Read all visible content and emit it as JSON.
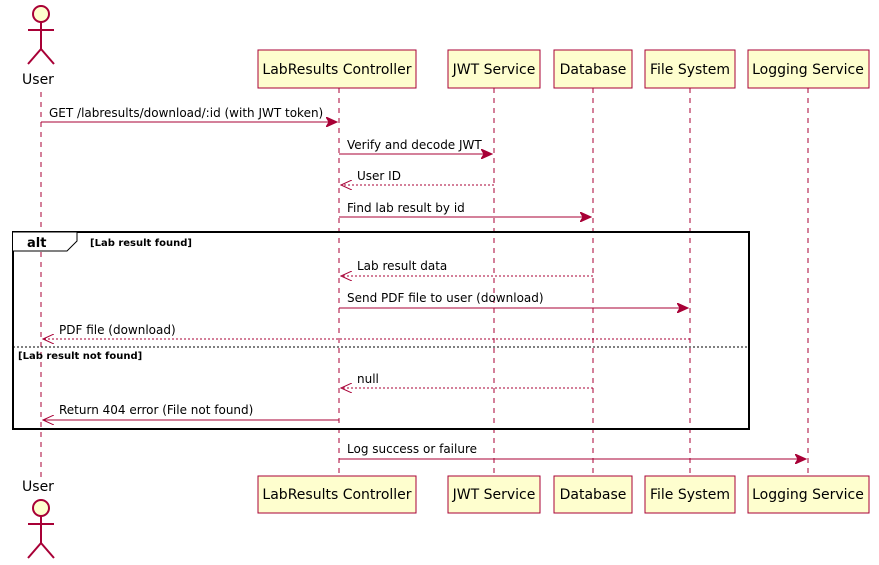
{
  "actor": {
    "label": "User",
    "icon": "stick-figure-icon"
  },
  "participants": [
    {
      "id": "controller",
      "label": "LabResults Controller"
    },
    {
      "id": "jwt",
      "label": "JWT Service"
    },
    {
      "id": "db",
      "label": "Database"
    },
    {
      "id": "fs",
      "label": "File System"
    },
    {
      "id": "log",
      "label": "Logging Service"
    }
  ],
  "messages": [
    {
      "id": "m1",
      "text": "GET /labresults/download/:id (with JWT token)"
    },
    {
      "id": "m2",
      "text": "Verify and decode JWT"
    },
    {
      "id": "m3",
      "text": "User ID"
    },
    {
      "id": "m4",
      "text": "Find lab result by id"
    },
    {
      "id": "m5",
      "text": "Lab result data"
    },
    {
      "id": "m6",
      "text": "Send PDF file to user (download)"
    },
    {
      "id": "m7",
      "text": "PDF file (download)"
    },
    {
      "id": "m8",
      "text": "null"
    },
    {
      "id": "m9",
      "text": "Return 404 error (File not found)"
    },
    {
      "id": "m10",
      "text": "Log success or failure"
    }
  ],
  "alt_frame": {
    "keyword": "alt",
    "guard_1": "[Lab result found]",
    "guard_2": "[Lab result not found]"
  },
  "colors": {
    "participant_fill": "#FEFECE",
    "participant_border": "#A80036",
    "arrow": "#A80036"
  }
}
